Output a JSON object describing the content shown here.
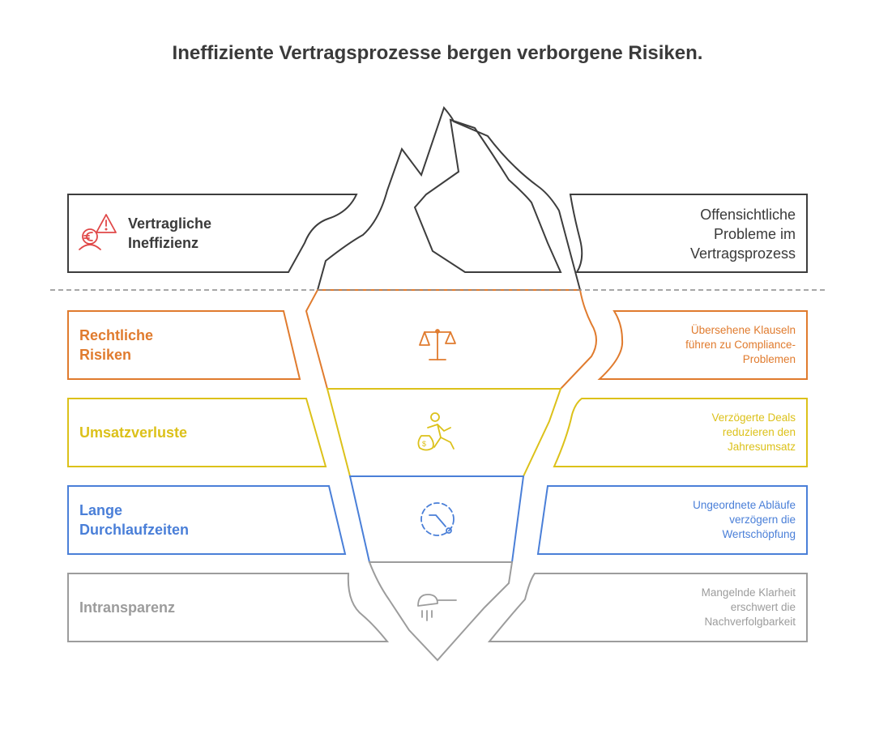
{
  "title": "Ineffiziente Vertragsprozesse bergen verborgene Risiken.",
  "colors": {
    "top": "#3d3d3d",
    "legal": "#e07b2e",
    "revenue": "#dcc11a",
    "time": "#4a7fd8",
    "transparency": "#9c9c9c",
    "danger": "#e04848",
    "waterline": "#8a8a8a"
  },
  "top": {
    "label": [
      "Vertragliche",
      "Ineffizienz"
    ],
    "description": [
      "Offensichtliche",
      "Probleme im",
      "Vertragsprozess"
    ],
    "icon": "euro-warning-icon"
  },
  "layers": [
    {
      "label": [
        "Rechtliche",
        "Risiken"
      ],
      "description": [
        "Übersehene Klauseln",
        "führen zu Compliance-",
        "Problemen"
      ],
      "icon": "scales-icon"
    },
    {
      "label": [
        "Umsatzverluste"
      ],
      "description": [
        "Verzögerte Deals",
        "reduzieren den",
        "Jahresumsatz"
      ],
      "icon": "running-money-icon"
    },
    {
      "label": [
        "Lange",
        "Durchlaufzeiten"
      ],
      "description": [
        "Ungeordnete Abläufe",
        "verzögern die",
        "Wertschöpfung"
      ],
      "icon": "dashed-clock-icon"
    },
    {
      "label": [
        "Intransparenz"
      ],
      "description": [
        "Mangelnde Klarheit",
        "erschwert die",
        "Nachverfolgbarkeit"
      ],
      "icon": "rain-cloud-icon"
    }
  ]
}
